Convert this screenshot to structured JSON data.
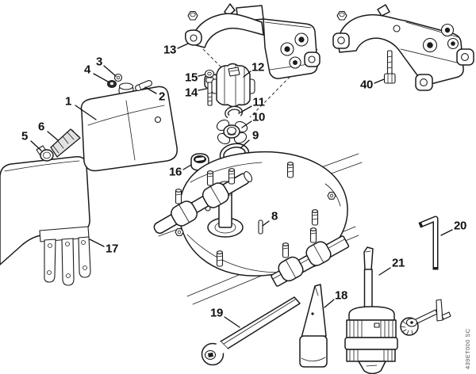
{
  "diagram": {
    "code": "439ET000 SC",
    "callouts": [
      "1",
      "2",
      "3",
      "4",
      "5",
      "6",
      "8",
      "9",
      "10",
      "11",
      "12",
      "13",
      "14",
      "15",
      "16",
      "17",
      "18",
      "19",
      "20",
      "21",
      "40"
    ]
  }
}
